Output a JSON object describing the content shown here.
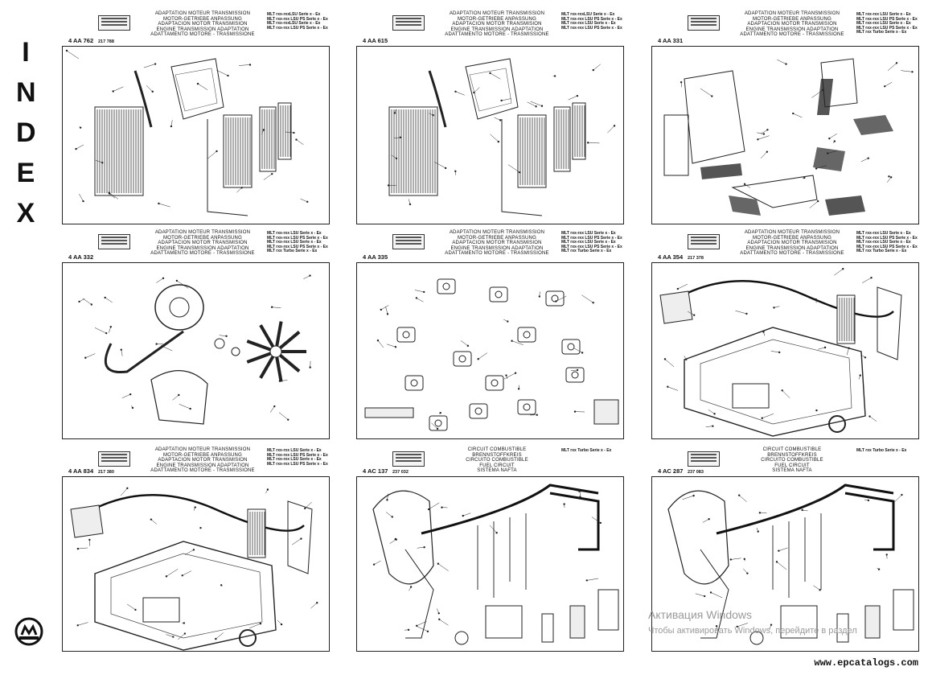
{
  "side": {
    "letters": [
      "I",
      "N",
      "D",
      "E",
      "X"
    ]
  },
  "panels": [
    {
      "code": "4 AA 762",
      "title": "ADAPTATION MOTEUR TRANSMISSION\nMOTOR-GETRIEBE ANPASSUNG\nADAPTACION MOTOR TRANSMISION\nENGINE TRANSMISSION ADAPTATION\nADATTAMENTO MOTORE - TRASMISSIONE",
      "serie": "MLT rxx-rxxLSU Serie x - Ex\nMLT rxx-rxx LSU PS Serie x - Ex\nMLT rxx-rxxLSU Serie x - Ex\nMLT rxx-rxx LSU PS Serie x - Ex",
      "ref": "217 788",
      "ref2": ""
    },
    {
      "code": "4 AA 615",
      "title": "ADAPTATION MOTEUR TRANSMISSION\nMOTOR-GETRIEBE ANPASSUNG\nADAPTACION MOTOR TRANSMISION\nENGINE TRANSMISSION ADAPTATION\nADATTAMENTO MOTORE - TRASMISSIONE",
      "serie": "MLT rxx-rxxLSU Serie x - Ex\nMLT rxx-rxx LSU PS Serie x - Ex\nMLT rxx-rxx LSU Serie x - Ex\nMLT rxx-rxx LSU PS Serie x - Ex",
      "ref": "",
      "ref2": ""
    },
    {
      "code": "4 AA 331",
      "title": "ADAPTATION MOTEUR TRANSMISSION\nMOTOR-GETRIEBE ANPASSUNG\nADAPTACION MOTOR TRANSMISION\nENGINE TRANSMISSION ADAPTATION\nADATTAMENTO MOTORE - TRASMISSIONE",
      "serie": "MLT rxx-rxx LSU Serie x - Ex\nMLT rxx-rxx LSU PS Serie x - Ex\nMLT rxx-rxx LSU Serie x - Ex\nMLT rxx-rxx LSU PS Serie x - Ex\nMLT rxx Turbo Serie x - Ex",
      "ref": "",
      "ref2": ""
    },
    {
      "code": "4 AA 332",
      "title": "ADAPTATION MOTEUR TRANSMISSION\nMOTOR-GETRIEBE ANPASSUNG\nADAPTACION MOTOR TRANSMISION\nENGINE TRANSMISSION ADAPTATION\nADATTAMENTO MOTORE - TRASMISSIONE",
      "serie": "MLT rxx-rxx LSU Serie x - Ex\nMLT rxx-rxx LSU PS Serie x - Ex\nMLT rxx-rxx LSU Serie x - Ex\nMLT rxx-rxx LSU PS Serie x - Ex\nMLT rxx Turbo Serie x - Ex",
      "ref": "",
      "ref2": ""
    },
    {
      "code": "4 AA 335",
      "title": "ADAPTATION MOTEUR TRANSMISSION\nMOTOR-GETRIEBE ANPASSUNG\nADAPTACION MOTOR TRANSMISION\nENGINE TRANSMISSION ADAPTATION\nADATTAMENTO MOTORE - TRASMISSIONE",
      "serie": "MLT rxx-rxx LSU Serie x - Ex\nMLT rxx-rxx LSU PS Serie x - Ex\nMLT rxx-rxx LSU Serie x - Ex\nMLT rxx-rxx LSU PS Serie x - Ex\nMLT rxx Turbo Serie x - Ex",
      "ref": "",
      "ref2": ""
    },
    {
      "code": "4 AA 354",
      "title": "ADAPTATION MOTEUR TRANSMISSION\nMOTOR-GETRIEBE ANPASSUNG\nADAPTACION MOTOR TRANSMISION\nENGINE TRANSMISSION ADAPTATION\nADATTAMENTO MOTORE - TRASMISSIONE",
      "serie": "MLT rxx-rxx LSU Serie x - Ex\nMLT rxx-rxx LSU PS Serie x - Ex\nMLT rxx-rxx LSU Serie x - Ex\nMLT rxx-rxx LSU PS Serie x - Ex\nMLT rxx Turbo Serie x - Ex",
      "ref": "217 378",
      "ref2": ""
    },
    {
      "code": "4 AA 834",
      "title": "ADAPTATION MOTEUR TRANSMISSION\nMOTOR-GETRIEBE ANPASSUNG\nADAPTACION MOTOR TRANSMISION\nENGINE TRANSMISSION ADAPTATION\nADATTAMENTO MOTORE - TRASMISSIONE",
      "serie": "MLT rxx-rxx LSU Serie x - Ex\nMLT rxx-rxx LSU PS Serie x - Ex\nMLT rxx-rxx LSU Serie x - Ex\nMLT rxx-rxx LSU PS Serie x - Ex",
      "ref": "217 380",
      "ref2": ""
    },
    {
      "code": "4 AC 137",
      "title": "CIRCUIT COMBUSTIBLE\nBRENNSTOFFKREIS\nCIRCUITO COMBUSTIBLE\nFUEL CIRCUIT\nSISTEMA NAFTA",
      "serie": "MLT rxx Turbo Serie x - Ex",
      "ref": "237 032",
      "ref2": ""
    },
    {
      "code": "4 AC 287",
      "title": "CIRCUIT COMBUSTIBLE\nBRENNSTOFFKREIS\nCIRCUITO COMBUSTIBLE\nFUEL CIRCUIT\nSISTEMA NAFTA",
      "serie": "MLT rxx Turbo Serie x - Ex",
      "ref": "237 083",
      "ref2": ""
    }
  ],
  "watermark": {
    "line1": "Активация Windows",
    "line2": "Чтобы активировать Windows, перейдите в раздел"
  },
  "footer": {
    "url": "www.epcatalogs.com"
  }
}
